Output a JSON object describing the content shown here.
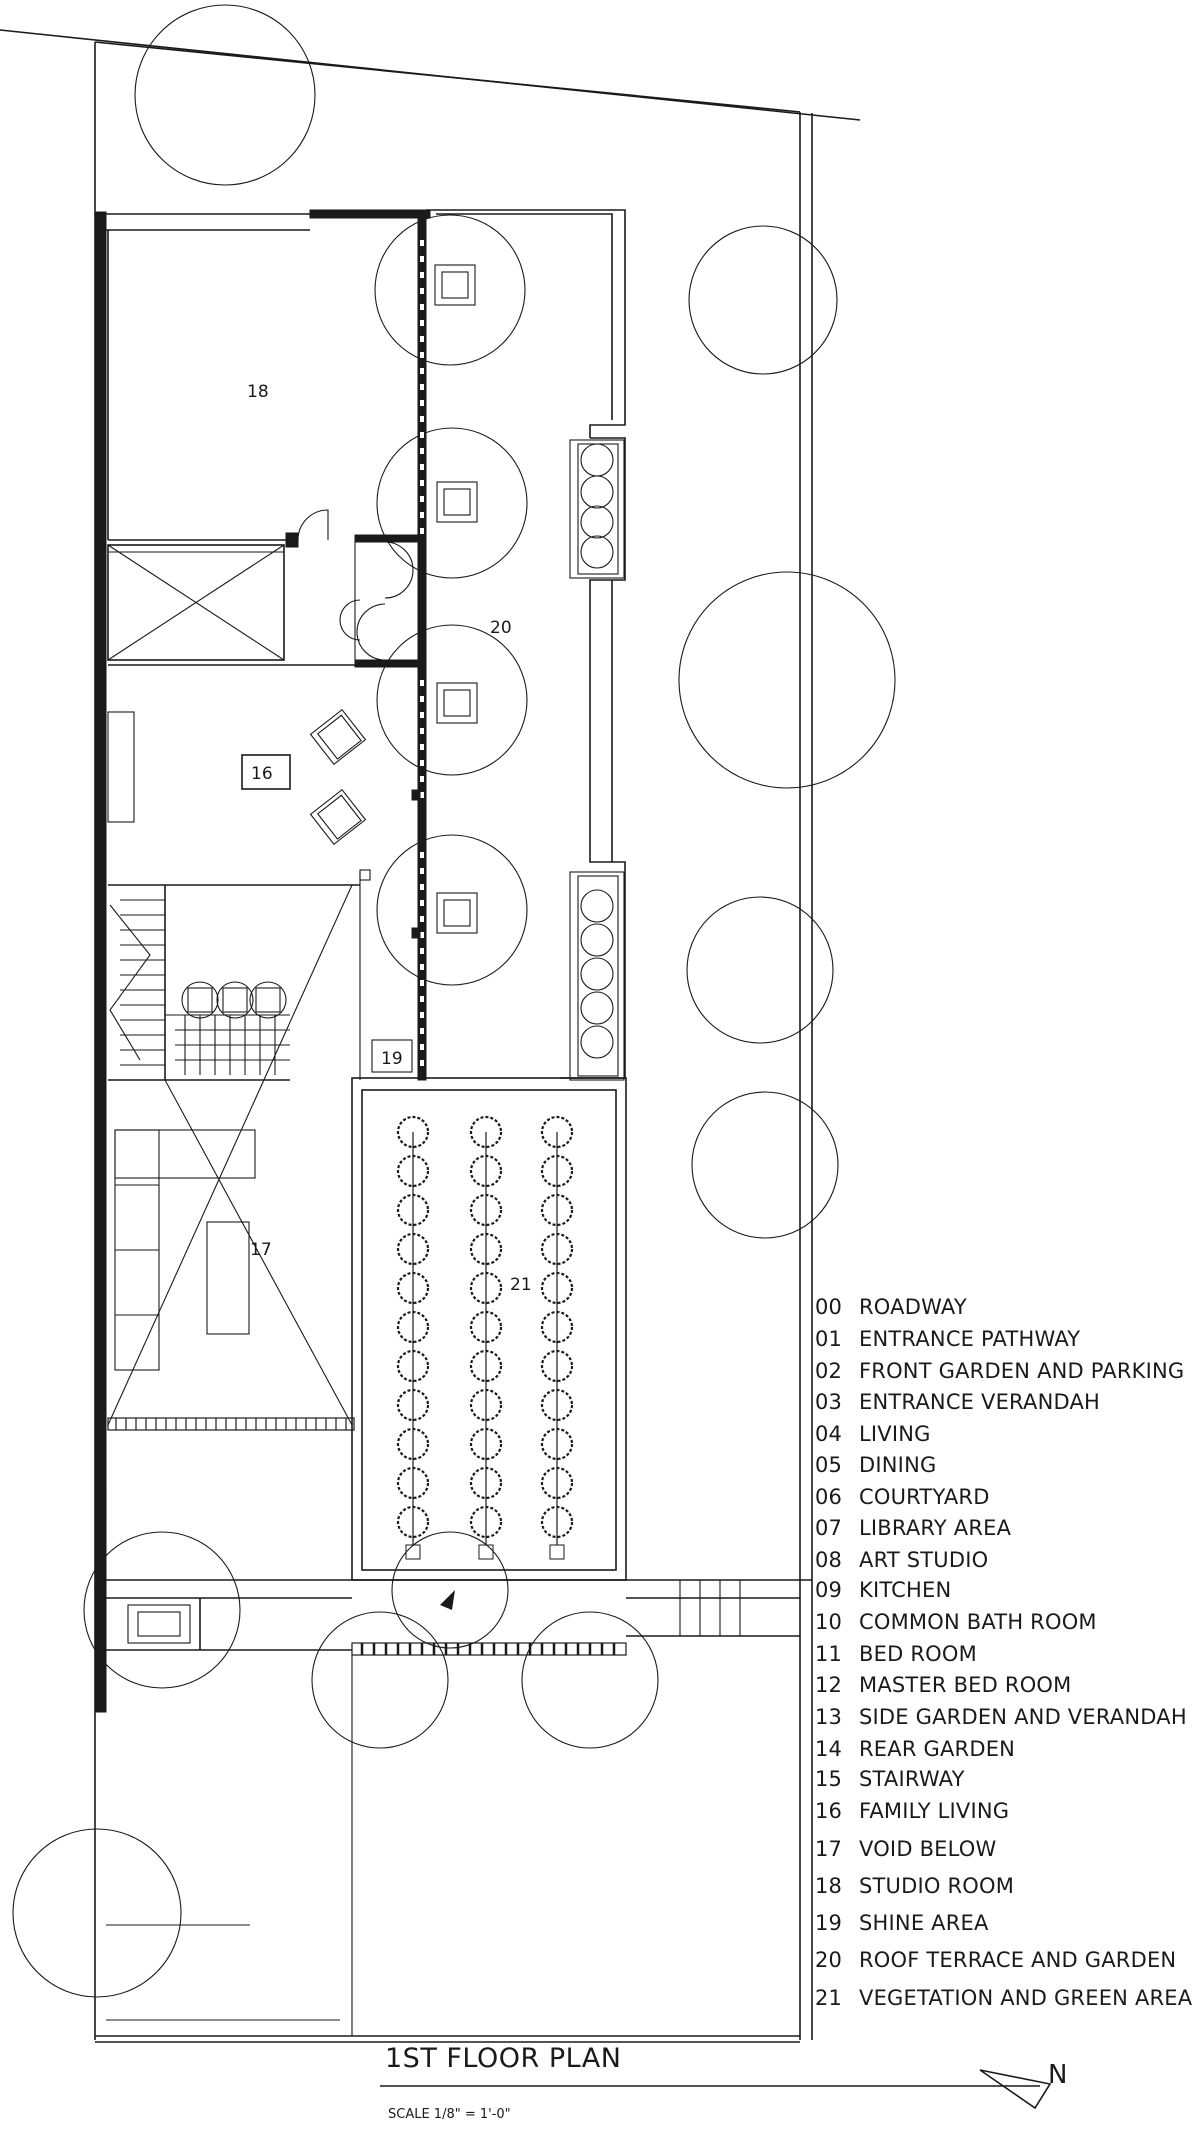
{
  "drawing": {
    "title": "1ST FLOOR PLAN",
    "scale_note": "SCALE 1/8\" = 1'-0\"",
    "north_label": "N"
  },
  "room_tags": [
    {
      "id": "18",
      "label": "18"
    },
    {
      "id": "20",
      "label": "20"
    },
    {
      "id": "16",
      "label": "16"
    },
    {
      "id": "19",
      "label": "19"
    },
    {
      "id": "17",
      "label": "17"
    },
    {
      "id": "21",
      "label": "21"
    }
  ],
  "legend": [
    {
      "num": "00",
      "label": "ROADWAY"
    },
    {
      "num": "01",
      "label": "ENTRANCE PATHWAY"
    },
    {
      "num": "02",
      "label": "FRONT GARDEN AND PARKING"
    },
    {
      "num": "03",
      "label": "ENTRANCE VERANDAH"
    },
    {
      "num": "04",
      "label": "LIVING"
    },
    {
      "num": "05",
      "label": "DINING"
    },
    {
      "num": "06",
      "label": "COURTYARD"
    },
    {
      "num": "07",
      "label": "LIBRARY AREA"
    },
    {
      "num": "08",
      "label": "ART STUDIO"
    },
    {
      "num": "09",
      "label": "KITCHEN"
    },
    {
      "num": "10",
      "label": "COMMON BATH ROOM"
    },
    {
      "num": "11",
      "label": "BED ROOM"
    },
    {
      "num": "12",
      "label": "MASTER BED ROOM"
    },
    {
      "num": "13",
      "label": "SIDE GARDEN AND VERANDAH"
    },
    {
      "num": "14",
      "label": "REAR GARDEN"
    },
    {
      "num": "15",
      "label": "STAIRWAY"
    },
    {
      "num": "16",
      "label": "FAMILY LIVING"
    },
    {
      "num": "17",
      "label": "VOID BELOW"
    },
    {
      "num": "18",
      "label": "STUDIO ROOM"
    },
    {
      "num": "19",
      "label": "SHINE AREA"
    },
    {
      "num": "20",
      "label": "ROOF TERRACE AND GARDEN"
    },
    {
      "num": "21",
      "label": "VEGETATION AND GREEN AREA"
    }
  ],
  "colors": {
    "ink": "#1a1a1a",
    "paper": "#ffffff"
  },
  "icons": {
    "north_arrow": "north-arrow-icon"
  }
}
